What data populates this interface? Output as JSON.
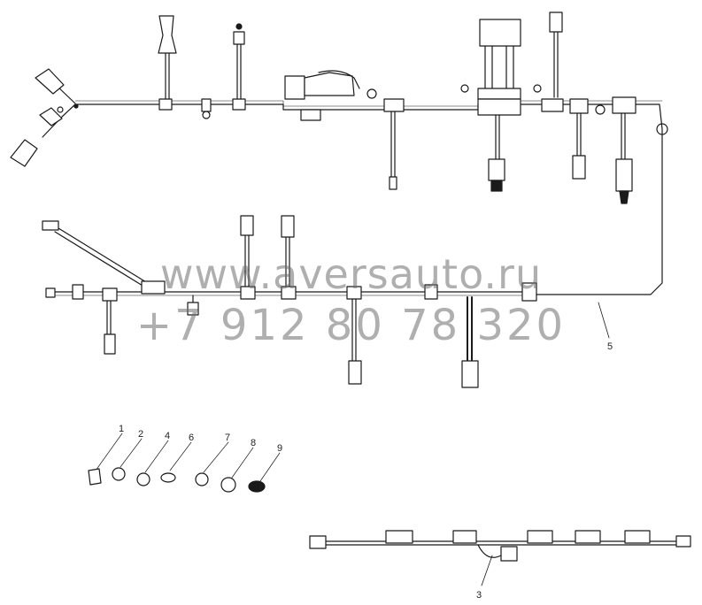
{
  "diagram": {
    "type": "wiring-harness-parts-diagram",
    "line_color": "#1a1a1a",
    "connector_fill": "#ffffff",
    "callouts": [
      {
        "id": "c1",
        "label": "1"
      },
      {
        "id": "c2",
        "label": "2"
      },
      {
        "id": "c4",
        "label": "4"
      },
      {
        "id": "c6",
        "label": "6"
      },
      {
        "id": "c7",
        "label": "7"
      },
      {
        "id": "c8",
        "label": "8"
      },
      {
        "id": "c9",
        "label": "9"
      },
      {
        "id": "c5",
        "label": "5"
      },
      {
        "id": "c3",
        "label": "3"
      }
    ]
  },
  "watermark": {
    "site": "www.aversauto.ru",
    "phone": "+7 912 80 78 320",
    "color": "#6e6e6e"
  }
}
